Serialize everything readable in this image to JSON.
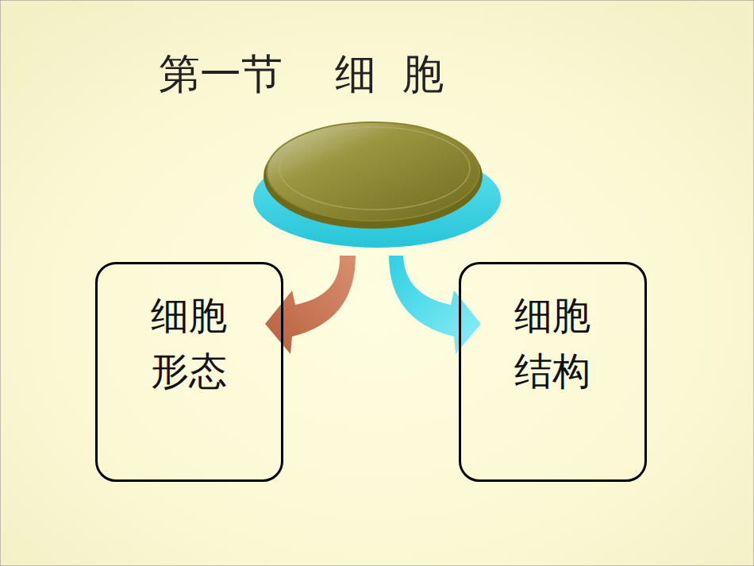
{
  "diagram": {
    "title": "第一节    细  胞",
    "nodes": [
      {
        "text": [
          "细胞 形态"
        ]
      },
      {
        "text": [
          "细胞 结构"
        ]
      }
    ]
  }
}
